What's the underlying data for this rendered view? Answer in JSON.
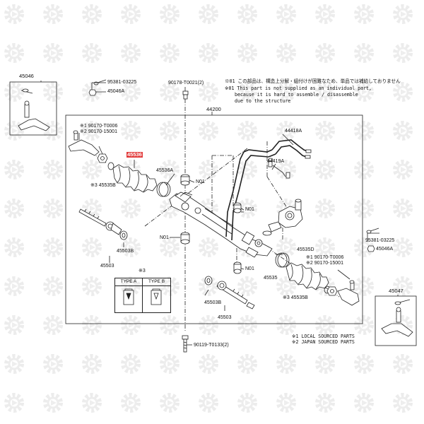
{
  "diagram": {
    "highlight_part": "45536",
    "assembly_number": "44200",
    "notes_jp": "※01 この部品は、構造上分解・組付けが困難なため、単品では補給しておりません",
    "notes_en": [
      "※01 This part is not supplied as an individual part,",
      "because it is hard to assemble / disassemble",
      "due to the structure"
    ],
    "legend": [
      "※1 LOCAL SOURCED PARTS",
      "※2 JAPAN SOURCED PARTS"
    ],
    "type_legend": {
      "marker": "※3",
      "type_a": "TYPE A",
      "type_b": "TYPE B"
    },
    "parts": {
      "p45046": "45046",
      "p95381_l": "95381-03225",
      "p45046a_l": "45046A",
      "p90178": "90178-T0021(2)",
      "p44200": "44200",
      "p190170_l": "※1 90170-T0006",
      "p290170_l": "※2 90170-15001",
      "p45535b_l": "※3 45535B",
      "p45536": "45536",
      "p45536a": "45536A",
      "p44418a": "44418A",
      "p44419a": "44419A",
      "p_n01_a": "N01",
      "p_n01_b": "N01",
      "p_n01_c": "N01",
      "p_n01_d": "N01",
      "p45503b_l": "45503B",
      "p45503_l": "45503",
      "p95381_r": "95381-03225",
      "p45046a_r": "45046A",
      "p45535d": "45535D",
      "p190170_r": "※1 90170-T0006",
      "p290170_r": "※2 90170-15001",
      "p45535": "45535",
      "p45535b_r": "※3 45535B",
      "p45047": "45047",
      "p45503b_r": "45503B",
      "p45503_r": "45503",
      "p90119": "90119-T0133(2)"
    }
  }
}
